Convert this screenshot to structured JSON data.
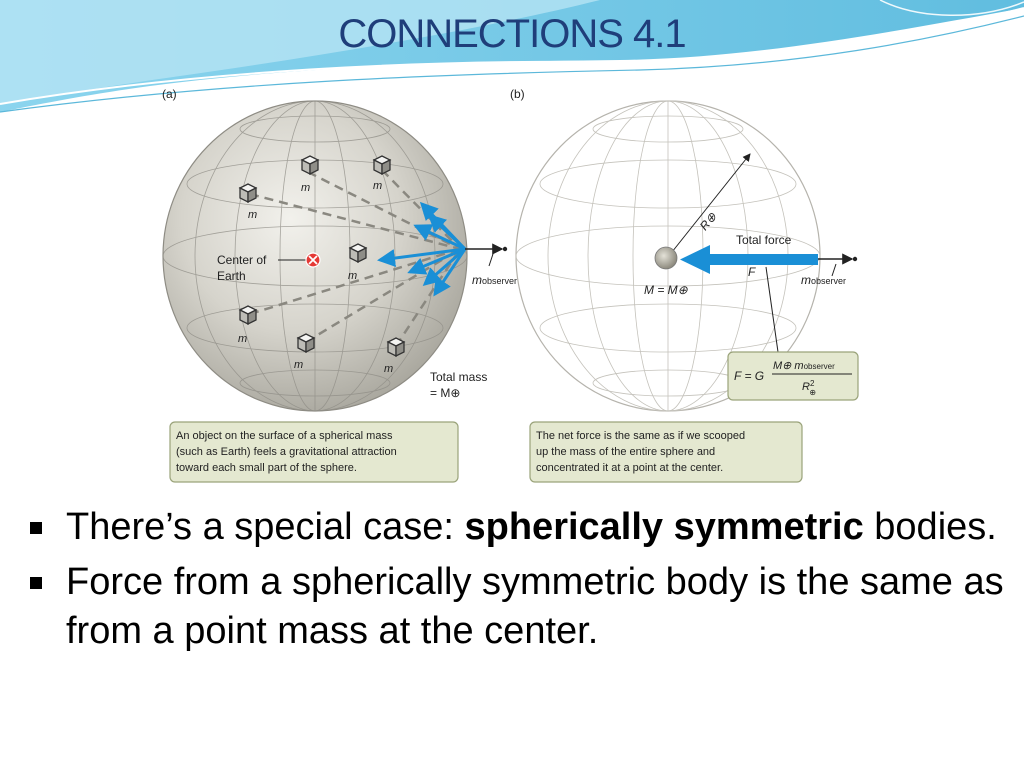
{
  "slide": {
    "title": "CONNECTIONS 4.1",
    "accent_colors": {
      "title": "#1f3e7a",
      "wave": "#4fb6dc",
      "arrow": "#1a8fd6",
      "callout_fill": "#e4e8d0",
      "callout_border": "#9aa37a"
    }
  },
  "figure": {
    "panel_a": {
      "label": "(a)",
      "center_label_line1": "Center of",
      "center_label_line2": "Earth",
      "mass_label": "m",
      "observer_symbol": "m",
      "observer_subscript": "observer",
      "total_mass_line1": "Total mass",
      "total_mass_line2": "= M⊕",
      "caption_lines": [
        "An object on the surface of a spherical mass",
        "(such as Earth) feels a gravitational attraction",
        "toward each small part of the sphere."
      ]
    },
    "panel_b": {
      "label": "(b)",
      "radius_label": "R⊕",
      "total_force_label": "Total force",
      "force_symbol": "F",
      "center_mass_label": "M = M⊕",
      "observer_symbol": "m",
      "observer_subscript": "observer",
      "formula_left": "F = G",
      "formula_numerator": "M⊕ m",
      "formula_numerator_sub": "observer",
      "formula_denominator": "R",
      "formula_denominator_sup": "2",
      "formula_denominator_sub": "⊕",
      "caption_lines": [
        "The net force is the same as if we scooped",
        "up the mass of the entire sphere and",
        "concentrated it at a point at the center."
      ]
    }
  },
  "bullets": [
    {
      "before": "There’s a special case: ",
      "bold": "spherically symmetric",
      "after": " bodies."
    },
    {
      "text": "Force from a spherically symmetric body is the same as from a point mass at the center."
    }
  ]
}
